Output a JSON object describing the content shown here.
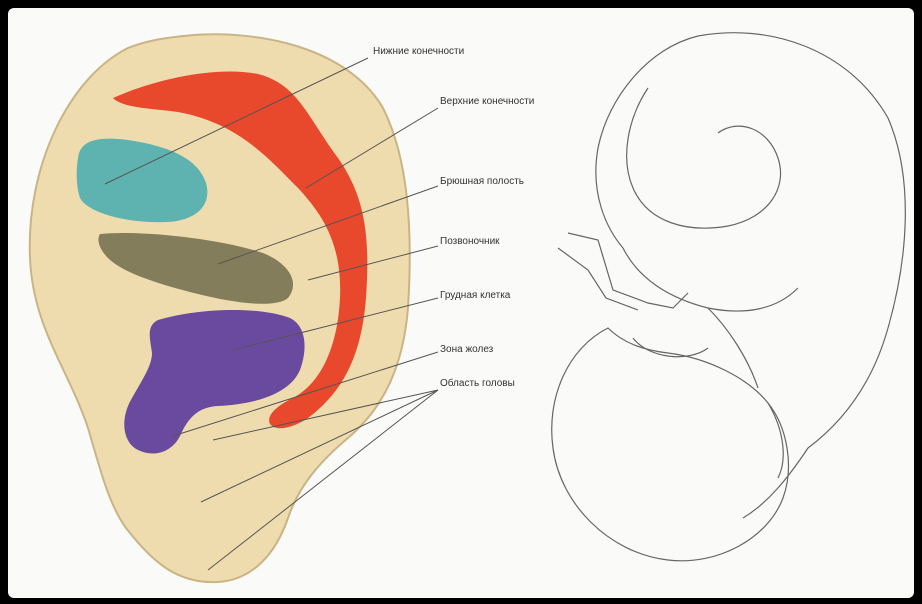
{
  "labels": {
    "lower_limbs": "Нижние конечности",
    "upper_limbs": "Верхние конечности",
    "abdominal_cavity": "Брюшная полость",
    "spine": "Позвоночник",
    "chest": "Грудная клетка",
    "zone": "Зона жолез",
    "head_region": "Область головы"
  },
  "colors": {
    "ear_skin": "#efdcae",
    "red_zone": "#e8482c",
    "teal_zone": "#5eb3b0",
    "olive_zone": "#837d5b",
    "purple_zone": "#6a4a9e",
    "line": "#555555"
  }
}
